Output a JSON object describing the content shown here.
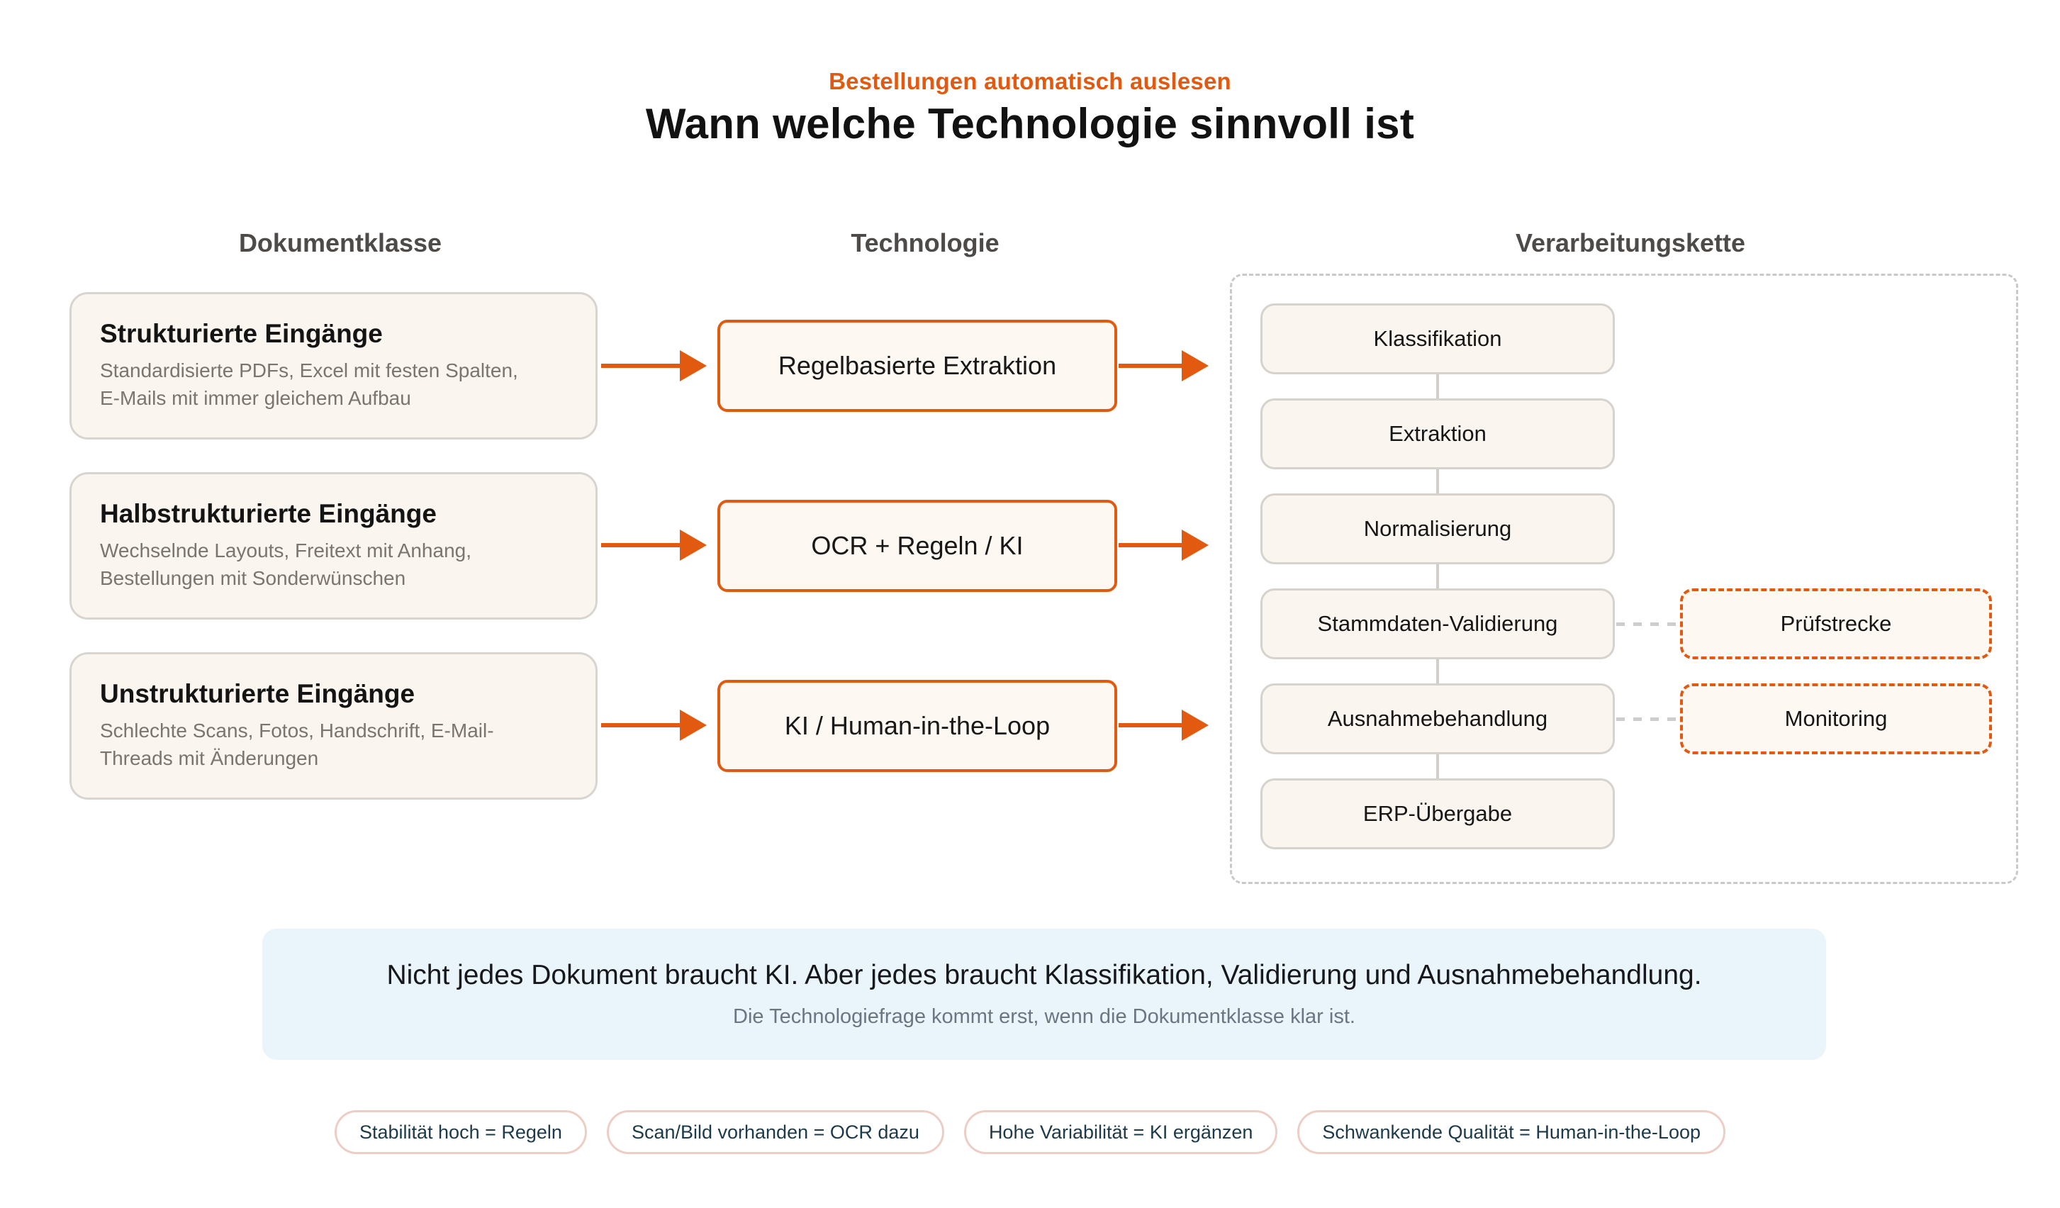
{
  "header": {
    "kicker": "Bestellungen automatisch auslesen",
    "title": "Wann welche Technologie sinnvoll ist"
  },
  "columns": {
    "document_class": "Dokumentklasse",
    "technology": "Technologie",
    "pipeline": "Verarbeitungskette"
  },
  "document_classes": [
    {
      "title": "Strukturierte Eingänge",
      "description": "Standardisierte PDFs, Excel mit festen Spalten, E-Mails mit immer gleichem Aufbau"
    },
    {
      "title": "Halbstrukturierte Eingänge",
      "description": "Wechselnde Layouts, Freitext mit Anhang, Bestellungen mit Sonderwünschen"
    },
    {
      "title": "Unstrukturierte Eingänge",
      "description": "Schlechte Scans, Fotos, Handschrift, E-Mail-Threads mit Änderungen"
    }
  ],
  "technologies": [
    {
      "label": "Regelbasierte Extraktion"
    },
    {
      "label": "OCR + Regeln / KI"
    },
    {
      "label": "KI / Human-in-the-Loop"
    }
  ],
  "pipeline_steps": [
    {
      "label": "Klassifikation"
    },
    {
      "label": "Extraktion"
    },
    {
      "label": "Normalisierung"
    },
    {
      "label": "Stammdaten-Validierung"
    },
    {
      "label": "Ausnahmebehandlung"
    },
    {
      "label": "ERP-Übergabe"
    }
  ],
  "side_boxes": [
    {
      "label": "Prüfstrecke"
    },
    {
      "label": "Monitoring"
    }
  ],
  "note": {
    "main": "Nicht jedes Dokument braucht KI. Aber jedes braucht Klassifikation, Validierung und Ausnahmebehandlung.",
    "sub": "Die Technologiefrage kommt erst, wenn die Dokumentklasse klar ist."
  },
  "rules": [
    {
      "label": "Stabilität hoch = Regeln"
    },
    {
      "label": "Scan/Bild vorhanden = OCR dazu"
    },
    {
      "label": "Hohe Variabilität = KI ergänzen"
    },
    {
      "label": "Schwankende Qualität = Human-in-the-Loop"
    }
  ],
  "colors": {
    "accent_orange": "#E25A0F",
    "card_background": "#FBF5EF",
    "tech_background": "#FDF8F2",
    "note_background": "#EAF4FB",
    "pill_border": "#EDCEC5",
    "pill_text": "#1C3A49",
    "muted_gray": "#7B7470"
  }
}
